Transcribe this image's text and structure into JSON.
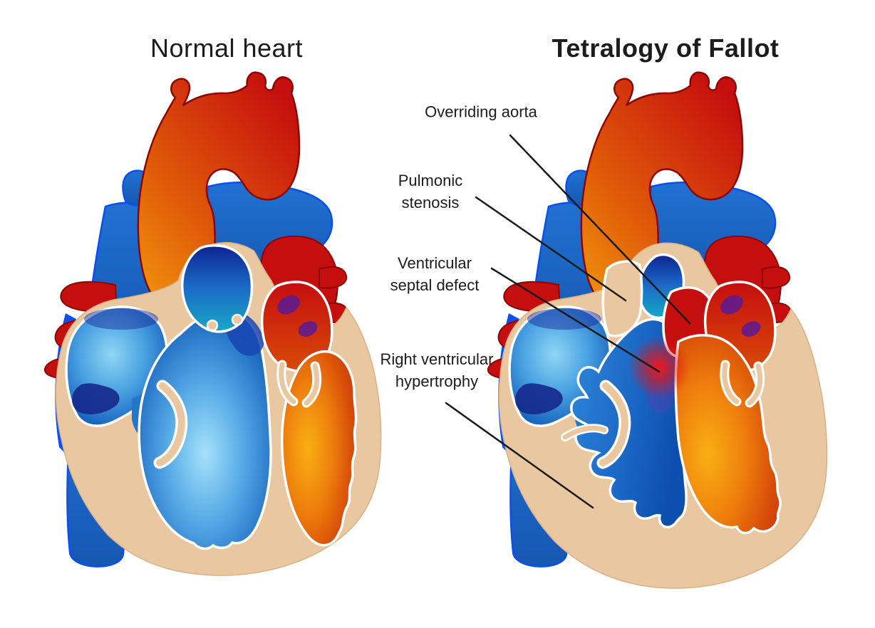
{
  "titles": {
    "left": "Normal heart",
    "right": "Tetralogy of Fallot"
  },
  "annotations": [
    {
      "id": "overriding-aorta",
      "text": "Overriding aorta"
    },
    {
      "id": "pulmonic-stenosis",
      "text": "Pulmonic\nstenosis"
    },
    {
      "id": "ventricular-septal-defect",
      "text": "Ventricular\nseptal defect"
    },
    {
      "id": "right-ventricular-hypertrophy",
      "text": "Right ventricular\nhypertrophy"
    }
  ],
  "colors": {
    "oxygenated_red": "#c50e0e",
    "deoxygenated_blue": "#1a67c6",
    "bright_blue_outline": "#0b4ff0",
    "aorta_orange": "#f2990e",
    "myocardium_beige": "#e9c8a1",
    "chamber_outline_white": "#ffffff",
    "vsd_glow_red": "#e81010",
    "label_text": "#1c1c1c"
  }
}
